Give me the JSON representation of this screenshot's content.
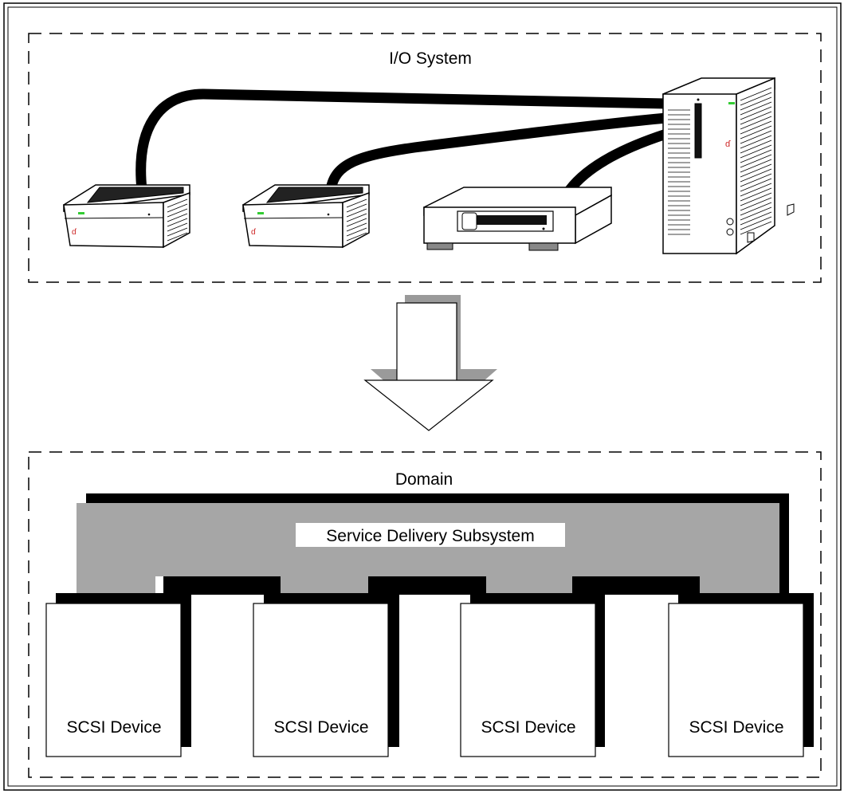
{
  "io_system": {
    "title": "I/O System",
    "devices": [
      {
        "kind": "external-drive",
        "icon": "hard-drive-icon"
      },
      {
        "kind": "external-drive",
        "icon": "hard-drive-icon"
      },
      {
        "kind": "tape-drive",
        "icon": "tape-drive-icon"
      },
      {
        "kind": "tower-computer",
        "icon": "tower-computer-icon"
      }
    ]
  },
  "domain": {
    "title": "Domain",
    "subsystem_label": "Service Delivery Subsystem",
    "devices": [
      {
        "label": "SCSI Device"
      },
      {
        "label": "SCSI Device"
      },
      {
        "label": "SCSI Device"
      },
      {
        "label": "SCSI Device"
      }
    ]
  },
  "colors": {
    "subsystem_gray": "#a6a6a6",
    "arrow_gray": "#9a9a9a",
    "led_green": "#33cc33",
    "logo_red": "#cc2222",
    "ink": "#000000"
  }
}
